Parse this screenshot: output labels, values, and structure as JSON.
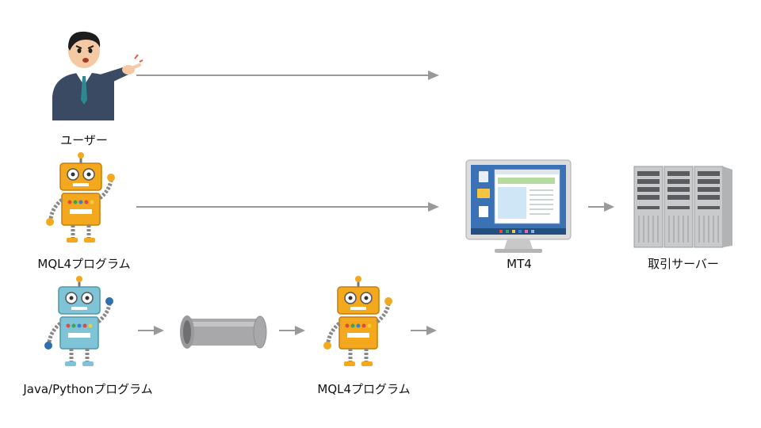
{
  "labels": {
    "user": "ユーザー",
    "mql4_program_top": "MQL4プログラム",
    "java_python_program": "Java/Pythonプログラム",
    "mql4_program_bottom": "MQL4プログラム",
    "mt4": "MT4",
    "trade_server": "取引サーバー"
  },
  "colors": {
    "arrow": "#999999",
    "robot_orange": "#f4a81d",
    "robot_blue": "#7fc3d6",
    "pipe_gray": "#a8a8ab",
    "server_gray": "#c9cacc",
    "monitor_frame": "#5a8fb8"
  },
  "icons": {
    "user": "businessman-pointing-icon",
    "robot": "robot-icon",
    "pipe": "pipe-icon",
    "monitor": "monitor-icon",
    "server": "server-rack-icon"
  }
}
